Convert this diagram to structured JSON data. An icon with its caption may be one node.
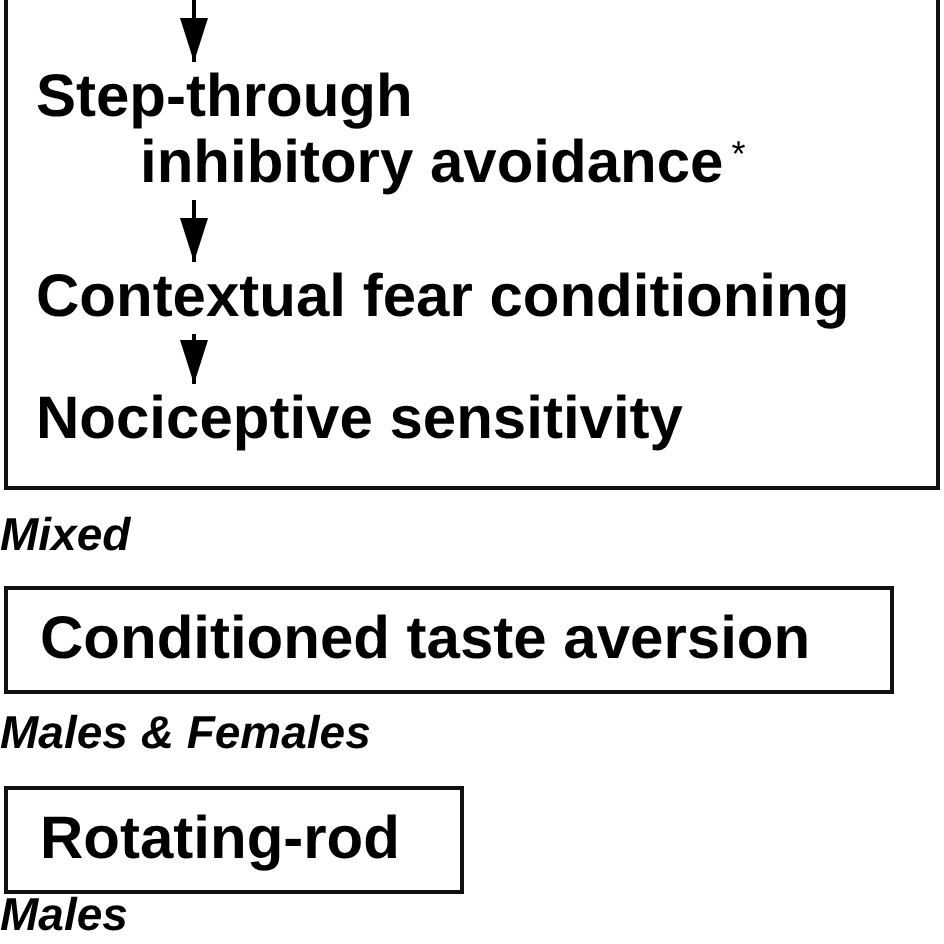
{
  "diagram": {
    "nodes": [
      {
        "text": [],
        "shape": "box"
      },
      {
        "text": [
          "Step-through inhibitory avoidance$^{*}$"
        ],
        "in": 0
      },
      {
        "text": [
          "Contextual fear conditioning"
        ],
        "in": 0
      },
      {
        "text": [
          "Nociceptive sensitivity"
        ],
        "in": 0
      },
      {
        "text": [
          "Mixed",
          "Conditioned taste aversion"
        ]
      },
      {
        "text": [
          "Males & Females",
          "Rotating-rod"
        ]
      }
    ],
    "edges": [
      {
        "from": null,
        "to": 1,
        "arrow": "to"
      },
      {
        "from": 1,
        "to": 2,
        "arrow": "to"
      },
      {
        "from": 2,
        "to": 3,
        "arrow": "to"
      }
    ],
    "labels": [
      "Males"
    ]
  }
}
